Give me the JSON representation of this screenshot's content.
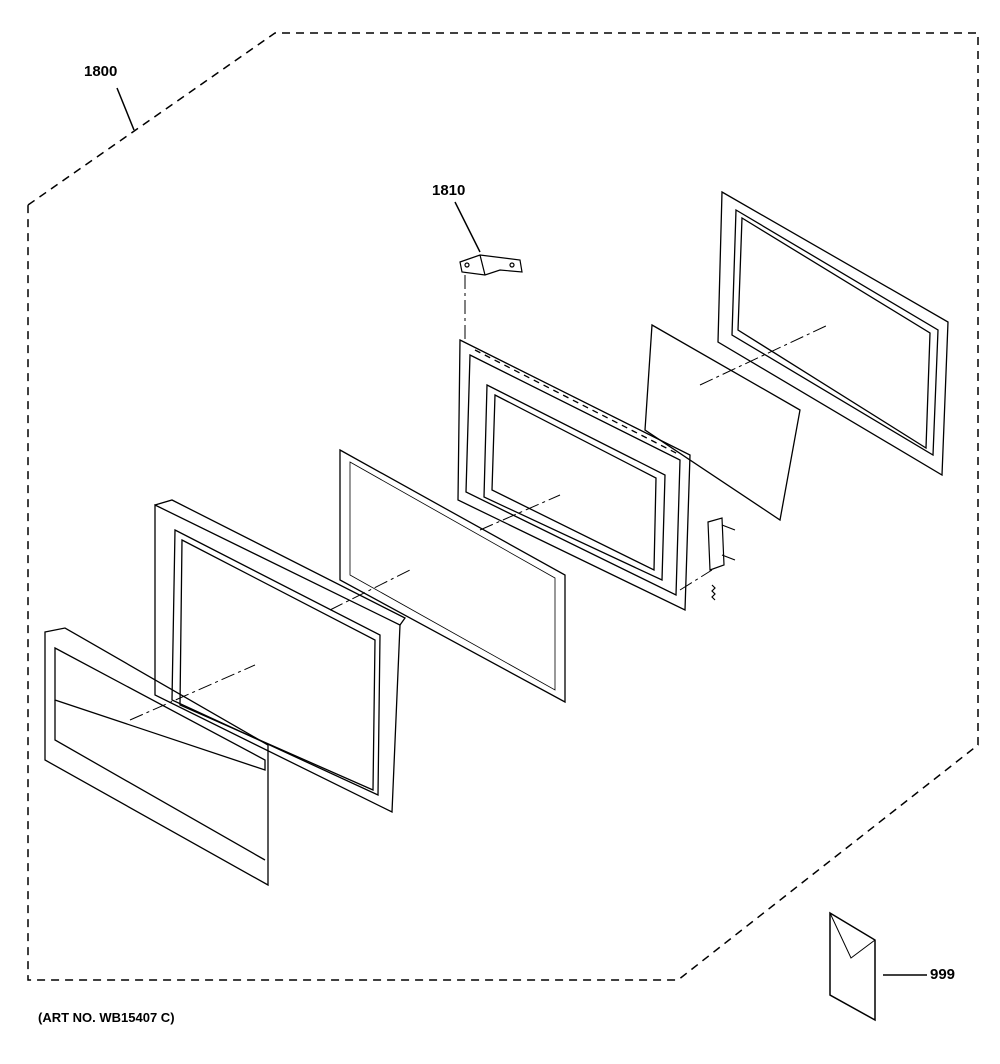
{
  "callouts": {
    "assembly": "1800",
    "hinge_bracket": "1810",
    "literature": "999"
  },
  "art_number": "(ART NO. WB15407 C)"
}
